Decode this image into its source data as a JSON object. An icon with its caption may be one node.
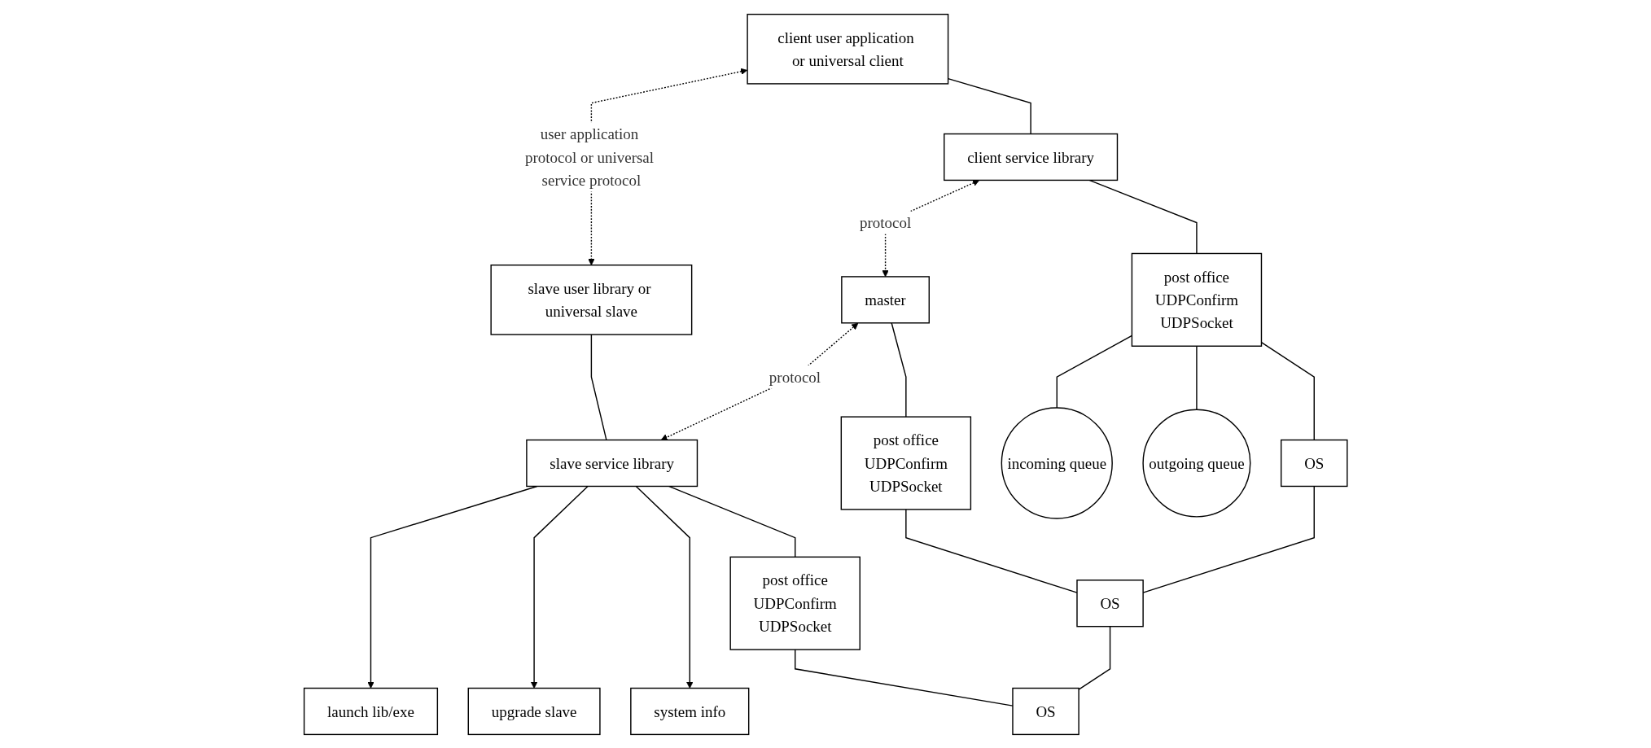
{
  "diagram": {
    "nodes": [
      {
        "text": [
          "client user application or universal client"
        ]
      },
      {
        "text": [
          "slave user library or universal slave"
        ]
      },
      {
        "text": [
          "client service library"
        ]
      },
      {
        "text": [
          "master"
        ]
      },
      {
        "text": [
          "slave service library"
        ]
      },
      {
        "text": [
          "launch lib/exe"
        ]
      },
      {
        "text": [
          "upgrade slave"
        ]
      },
      {
        "text": [
          "system info"
        ]
      },
      {
        "text": [
          "incoming queue"
        ]
      },
      {
        "text": [
          "post office",
          "UDPConfirm",
          "UDPSocket"
        ]
      },
      {
        "text": [
          "outgoing queue"
        ]
      },
      {
        "text": [
          "post office",
          "UDPConfirm",
          "UDPSocket"
        ]
      },
      {
        "text": [
          "post office",
          "UDPConfirm",
          "UDPSocket"
        ]
      },
      {
        "text": [
          "OS"
        ]
      },
      {
        "text": [
          "OS"
        ]
      },
      {
        "text": [
          "OS"
        ]
      }
    ],
    "edges": [
      {
        "from": 0,
        "to": 1,
        "arrow": "both",
        "style": "dashed",
        "label": "user application protocol or universal service protocol"
      },
      {
        "from": 0,
        "to": 2,
        "arrow": "none"
      },
      {
        "from": 2,
        "to": 3,
        "arrow": "both",
        "style": "dashed",
        "label": "protocol"
      },
      {
        "from": 3,
        "to": 4,
        "arrow": "both",
        "style": "dashed",
        "label": "protocol"
      },
      {
        "from": 1,
        "to": 4,
        "arrow": "none"
      },
      {
        "from": 4,
        "to": 5,
        "arrow": "to"
      },
      {
        "from": 4,
        "to": 6,
        "arrow": "to"
      },
      {
        "from": 4,
        "to": 7,
        "arrow": "to"
      },
      {
        "from": 2,
        "to": 9,
        "arrow": "none"
      },
      {
        "from": 3,
        "to": 11,
        "arrow": "none"
      },
      {
        "from": 4,
        "to": 12,
        "arrow": "none"
      },
      {
        "from": 9,
        "to": 8,
        "arrow": "none"
      },
      {
        "from": 9,
        "to": 10,
        "arrow": "none"
      },
      {
        "from": 9,
        "to": 13,
        "arrow": "none"
      },
      {
        "from": 11,
        "to": 14,
        "arrow": "none"
      },
      {
        "from": 12,
        "to": 15,
        "arrow": "none"
      },
      {
        "from": 13,
        "to": 14,
        "arrow": "none"
      },
      {
        "from": 14,
        "to": 15,
        "arrow": "none"
      }
    ]
  }
}
